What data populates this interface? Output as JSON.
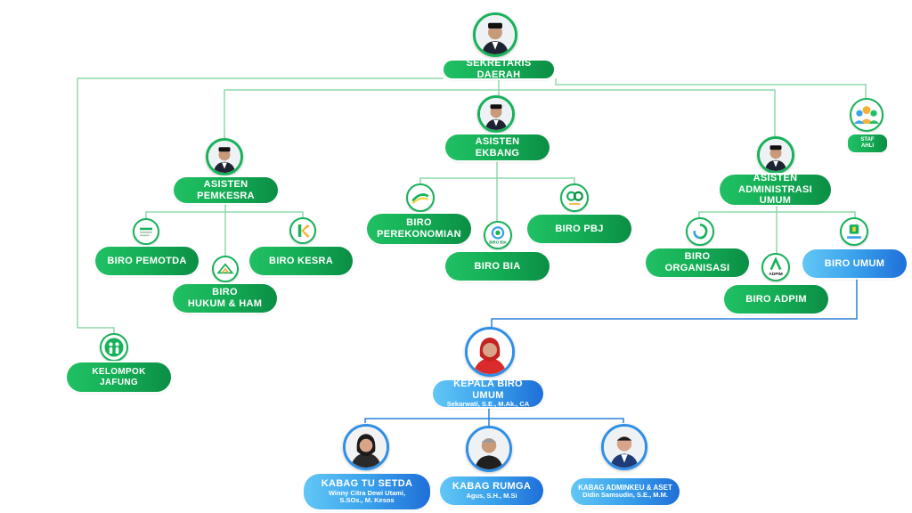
{
  "nodes": {
    "sekda": "SEKRETARIS DAERAH",
    "staf_ahli": "STAF AHLI",
    "pemkesra": "ASISTEN PEMKESRA",
    "ekbang": "ASISTEN EKBANG",
    "adminum_l1": "ASISTEN",
    "adminum_l2": "ADMINISTRASI UMUM",
    "pemotda": "BIRO PEMOTDA",
    "hukum_l1": "BIRO",
    "hukum_l2": "HUKUM & HAM",
    "kesra": "BIRO KESRA",
    "perekonomian_l1": "BIRO",
    "perekonomian_l2": "PEREKONOMIAN",
    "bia": "BIRO BIA",
    "pbj": "BIRO PBJ",
    "organisasi": "BIRO ORGANISASI",
    "adpim": "BIRO ADPIM",
    "umum": "BIRO UMUM",
    "jafung_l1": "KELOMPOK",
    "jafung_l2": "JAFUNG",
    "kepala_title": "KEPALA BIRO UMUM",
    "kepala_name": "Sekarwati, S.E., M.Ak., CA",
    "tu_title": "KABAG TU SETDA",
    "tu_name_l1": "Winny Citra Dewi Utami,",
    "tu_name_l2": "S.SOs., M. Kesos",
    "rumga_title": "KABAG RUMGA",
    "rumga_name": "Agus, S.H., M.Si",
    "adminkeu_title": "KABAG ADMINKEU & ASET",
    "adminkeu_name": "Didin Samsudin, S.E., M.M."
  },
  "logos": {
    "bia_text": "BIRO BIA",
    "adpim_text": "ADPIM"
  },
  "colors": {
    "green_light": "#21c064",
    "green_dark": "#0b8e45",
    "blue_light": "#62c7f5",
    "blue_dark": "#1f6fd8",
    "connector_green": "#8fd8ac",
    "connector_blue": "#2f7fd8"
  }
}
